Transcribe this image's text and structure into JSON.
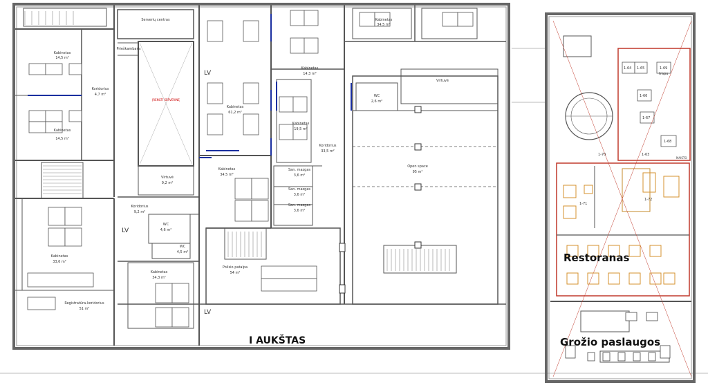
{
  "plan": {
    "floor_title": "I AUKŠTAS",
    "restaurant_label": "Restoranas",
    "beauty_label": "Grožio paslaugos",
    "lv_marks": [
      "LV",
      "LV",
      "LV"
    ],
    "rooms": {
      "serveriu_centras": "Serverių centras",
      "kabinetas_tl": "Kabinetas",
      "kabinetas_tl_area": "14,5 m²",
      "kabinetas_ml": "Kabinetas",
      "kabinetas_ml_area": "14,5 m²",
      "koridorius_1": "Koridorius",
      "koridorius_1_area": "4,7 m²",
      "prieskambaris": "Prieškambaris",
      "virtuve_1": "Virtuvė",
      "virtuve_1_area": "9,2 m²",
      "kabinetas_c1": "Kabinetas",
      "kabinetas_c1_area": "61,2 m²",
      "kabinetas_c2": "Kabinetas",
      "kabinetas_c2_area": "14,3 m²",
      "kabinetas_c3": "Kabinetas",
      "kabinetas_c3_area": "19,5 m²",
      "kabinetas_top": "Kabinetas",
      "kabinetas_top_area": "34,5 m²",
      "kabinetas_c4": "Kabinetas",
      "kabinetas_c4_area": "34,5 m²",
      "koridorius_2": "Koridorius",
      "koridorius_2_area": "9,2 m²",
      "virtuve_2": "Virtuvė",
      "wc_1": "WC",
      "wc_1_area": "2,6 m²",
      "koridorius_3": "Koridorius",
      "koridorius_3_area": "33,5 m²",
      "wc_2": "WC",
      "wc_2_area": "4,5 m²",
      "wc_3": "WC",
      "wc_3_area": "4,6 m²",
      "kabinetas_bl": "Kabinetas",
      "kabinetas_bl_area": "33,6 m²",
      "kabinetas_b2": "Kabinetas",
      "kabinetas_b2_area": "34,3 m²",
      "registratura": "Registratūra-koridorius",
      "registratura_area": "51 m²",
      "poilsio": "Poilsio patalpa",
      "poilsio_area": "54 m²",
      "san_mazgas_1": "San. mazgas",
      "san_mazgas_1_area": "3,6 m²",
      "san_mazgas_2": "San. mazgas",
      "san_mazgas_2_area": "3,6 m²",
      "san_mazgas_3": "San. mazgas",
      "san_mazgas_3_area": "3,6 m²",
      "open_space": "Open space",
      "open_space_area": "95 m²"
    },
    "right_tags": [
      "1-64",
      "1-65",
      "1-69",
      "1-66",
      "1-67",
      "1-68",
      "1-70",
      "1-63",
      "1-71",
      "1-72"
    ],
    "trap": "trapu",
    "maisto": "MAISTO",
    "red_note": "ĮRENGTI SERVERINĘ"
  }
}
